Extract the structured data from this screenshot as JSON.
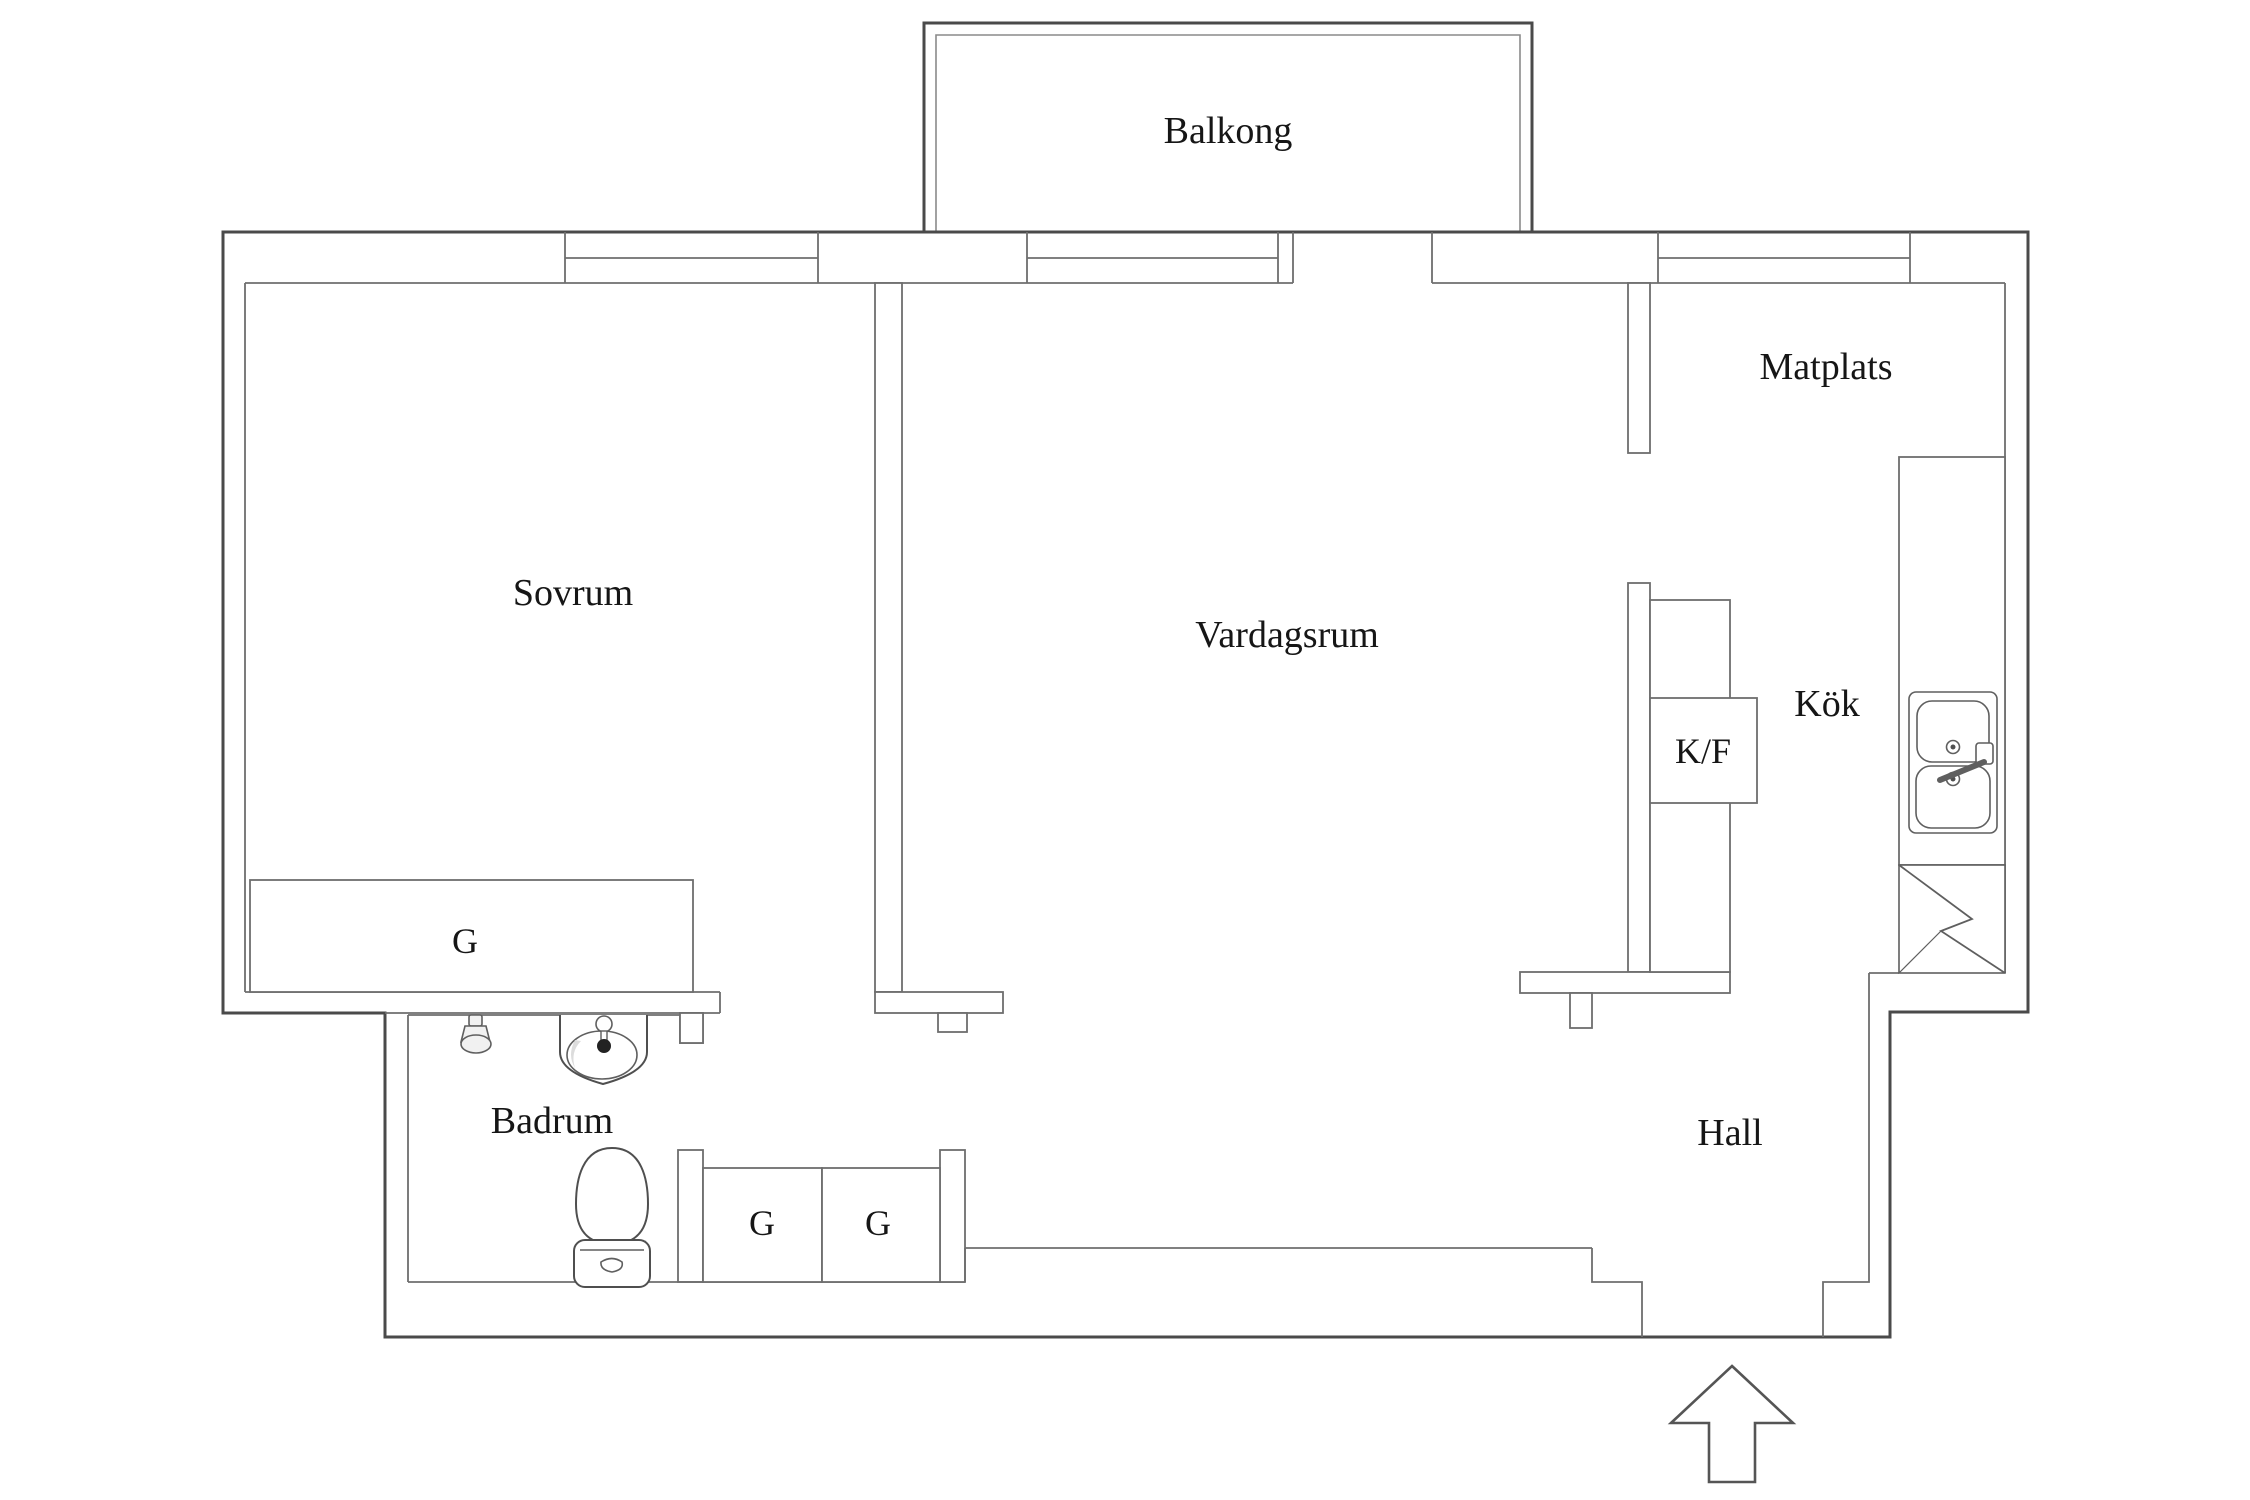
{
  "plan": {
    "labels": {
      "balcony": "Balkong",
      "bedroom": "Sovrum",
      "living_room": "Vardagsrum",
      "dining_area": "Matplats",
      "kitchen": "Kök",
      "bathroom": "Badrum",
      "hall": "Hall",
      "fridge_freezer": "K/F"
    },
    "wardrobes": [
      "G",
      "G",
      "G"
    ],
    "colors": {
      "background": "#ffffff",
      "outer_wall": "#4a4a4a",
      "inner_wall": "#6e6e6e",
      "fixture_line": "#4f4f4f",
      "text": "#161616"
    },
    "icons": {
      "entrance_arrow": "block-arrow-up",
      "kitchen_sink": "double-basin-sink",
      "bathroom_sink": "oval-basin-sink",
      "toilet": "toilet-top-view",
      "shower_tap": "shower-mixer",
      "stove": "lightning-square-appliance"
    }
  }
}
